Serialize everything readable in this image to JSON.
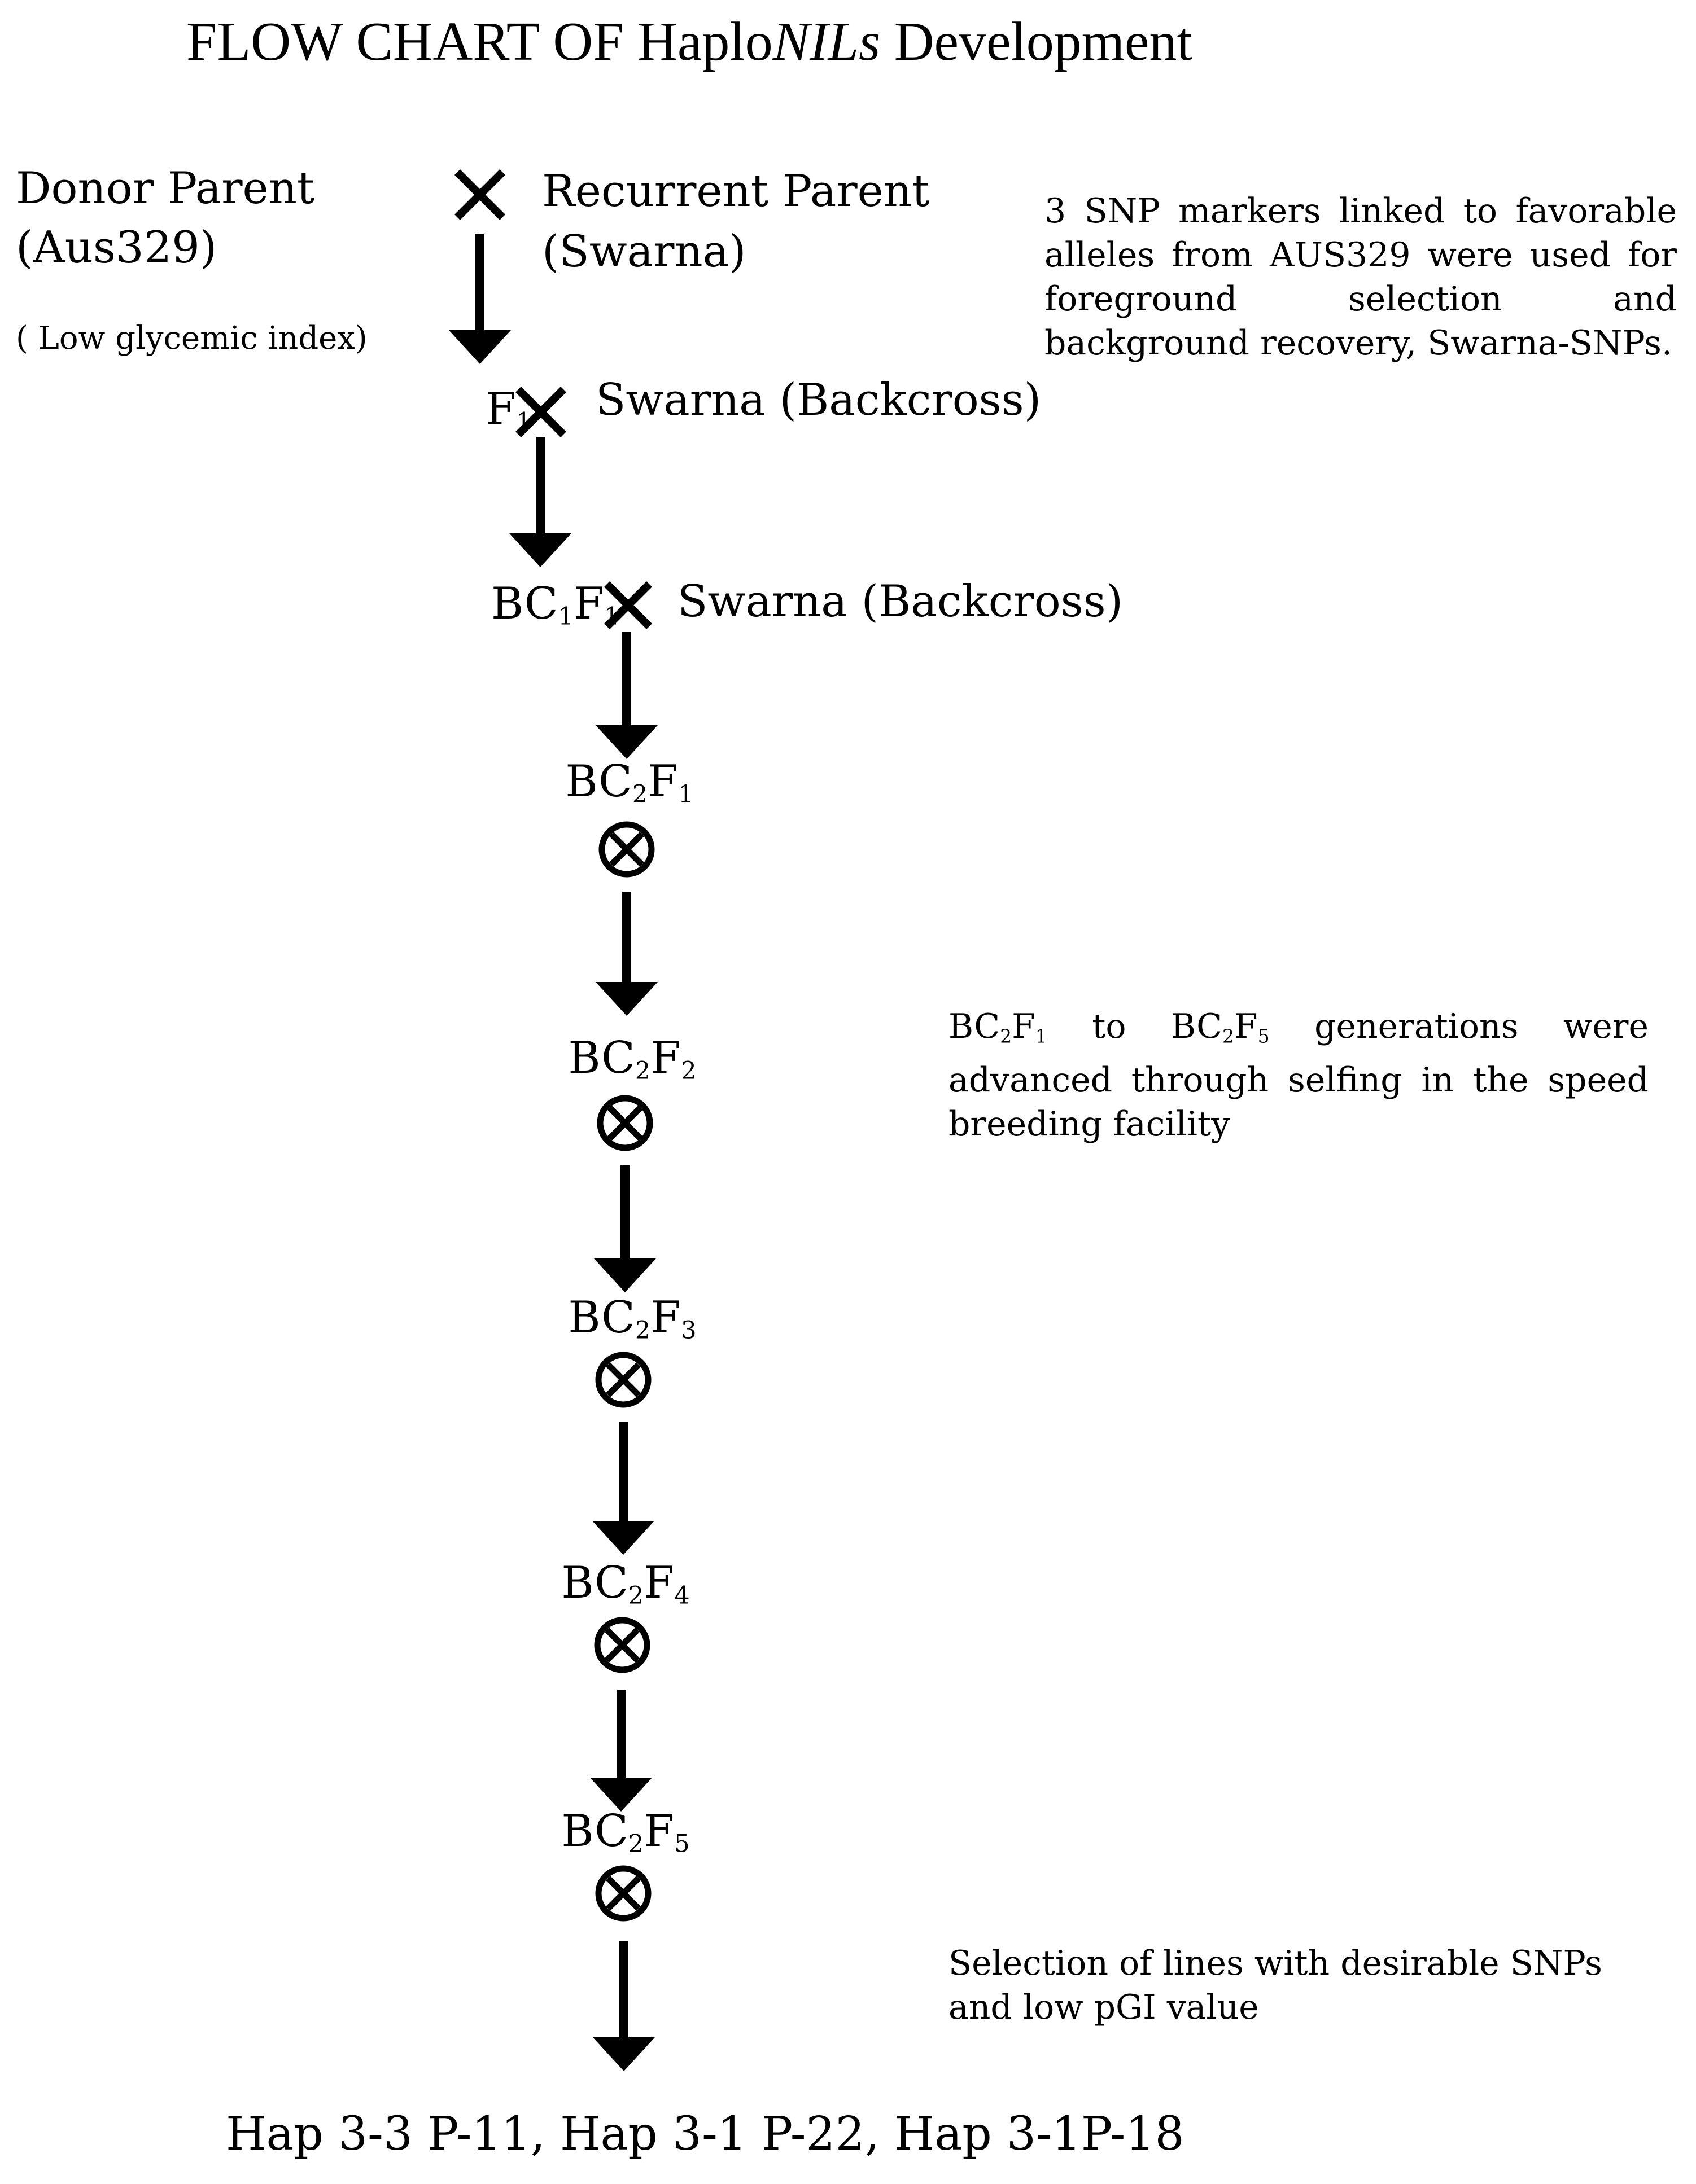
{
  "title": {
    "prefix": "FLOW CHART OF Haplo",
    "italic": "NILs",
    "suffix": " Development"
  },
  "donor": {
    "line1": "Donor Parent",
    "line2": "(Aus329)",
    "trait": "( Low glycemic index)"
  },
  "recurrent": {
    "line1": "Recurrent Parent",
    "line2": "(Swarna)"
  },
  "crosses": {
    "cross_symbol": "×",
    "backcross1": "Swarna  (Backcross)",
    "backcross2": "Swarna  (Backcross)"
  },
  "generations": {
    "f1": {
      "base": "F",
      "sub": "1"
    },
    "bc1f1": {
      "base1": "BC",
      "sub1": "1",
      "base2": "F",
      "sub2": "1"
    },
    "bc2f1": {
      "base1": "BC",
      "sub1": "2",
      "base2": "F",
      "sub2": "1"
    },
    "bc2f2": {
      "base1": "BC",
      "sub1": "2",
      "base2": "F",
      "sub2": "2"
    },
    "bc2f3": {
      "base1": "BC",
      "sub1": "2",
      "base2": "F",
      "sub2": "3"
    },
    "bc2f4": {
      "base1": "BC",
      "sub1": "2",
      "base2": "F",
      "sub2": "4"
    },
    "bc2f5": {
      "base1": "BC",
      "sub1": "2",
      "base2": "F",
      "sub2": "5"
    }
  },
  "notes": {
    "snp": "3 SNP markers linked to favorable alleles from AUS329 were used for foreground selection and background recovery, Swarna-SNPs.",
    "selfing": {
      "p1": "BC",
      "s1": "2",
      "p2": "F",
      "s2": "1",
      "p3": " to BC",
      "s3": "2",
      "p4": "F",
      "s4": "5",
      "p5": " generations were advanced through selfing in the speed breeding facility"
    },
    "selection": "Selection of lines with desirable SNPs and low pGI value"
  },
  "final_lines": "Hap 3-3 P-11, Hap 3-1 P-22, Hap 3-1P-18"
}
